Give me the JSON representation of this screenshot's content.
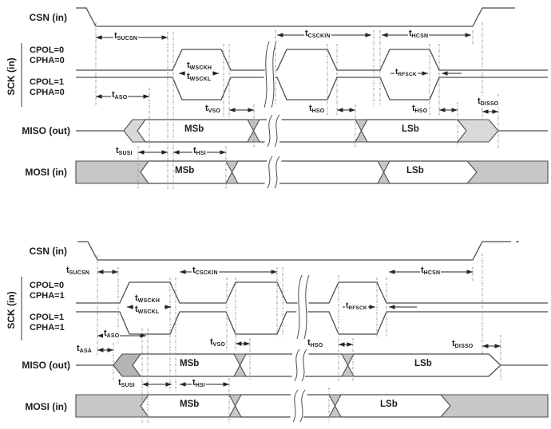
{
  "colors": {
    "line": "#4c4c4e",
    "gray_light": "#d9d9d9",
    "gray_mid": "#c6c7c9",
    "gray_dark": "#b3b4b6",
    "text": "#1c1c1c"
  },
  "signals": {
    "csn": "CSN (in)",
    "sck": "SCK (in)",
    "miso": "MISO (out)",
    "mosi": "MOSI (in)"
  },
  "params": {
    "sucsn": {
      "base": "t",
      "sub": "SUCSN"
    },
    "csckin": {
      "base": "t",
      "sub": "CSCKIN"
    },
    "hcsn": {
      "base": "t",
      "sub": "HCSN"
    },
    "wsckh": {
      "base": "t",
      "sub": "WSCKH"
    },
    "wsckl": {
      "base": "t",
      "sub": "WSCKL"
    },
    "rfsck": {
      "base": "t",
      "sub": "RFSCK"
    },
    "aso": {
      "base": "t",
      "sub": "ASO"
    },
    "asa": {
      "base": "t",
      "sub": "ASA"
    },
    "vso": {
      "base": "t",
      "sub": "VSO"
    },
    "hso": {
      "base": "t",
      "sub": "HSO"
    },
    "disso": {
      "base": "t",
      "sub": "DISSO"
    },
    "susi": {
      "base": "t",
      "sub": "SUSI"
    },
    "hsi": {
      "base": "t",
      "sub": "HSI"
    }
  },
  "top": {
    "modes": [
      "CPOL=0",
      "CPHA=0",
      "CPOL=1",
      "CPHA=0"
    ],
    "miso": {
      "first": "MSb",
      "last": "LSb"
    },
    "mosi": {
      "first": "MSb",
      "last": "LSb"
    }
  },
  "bottom": {
    "modes": [
      "CPOL=0",
      "CPHA=1",
      "CPOL=1",
      "CPHA=1"
    ],
    "miso": {
      "first": "MSb",
      "last": "LSb"
    },
    "mosi": {
      "first": "MSb",
      "last": "LSb"
    }
  }
}
